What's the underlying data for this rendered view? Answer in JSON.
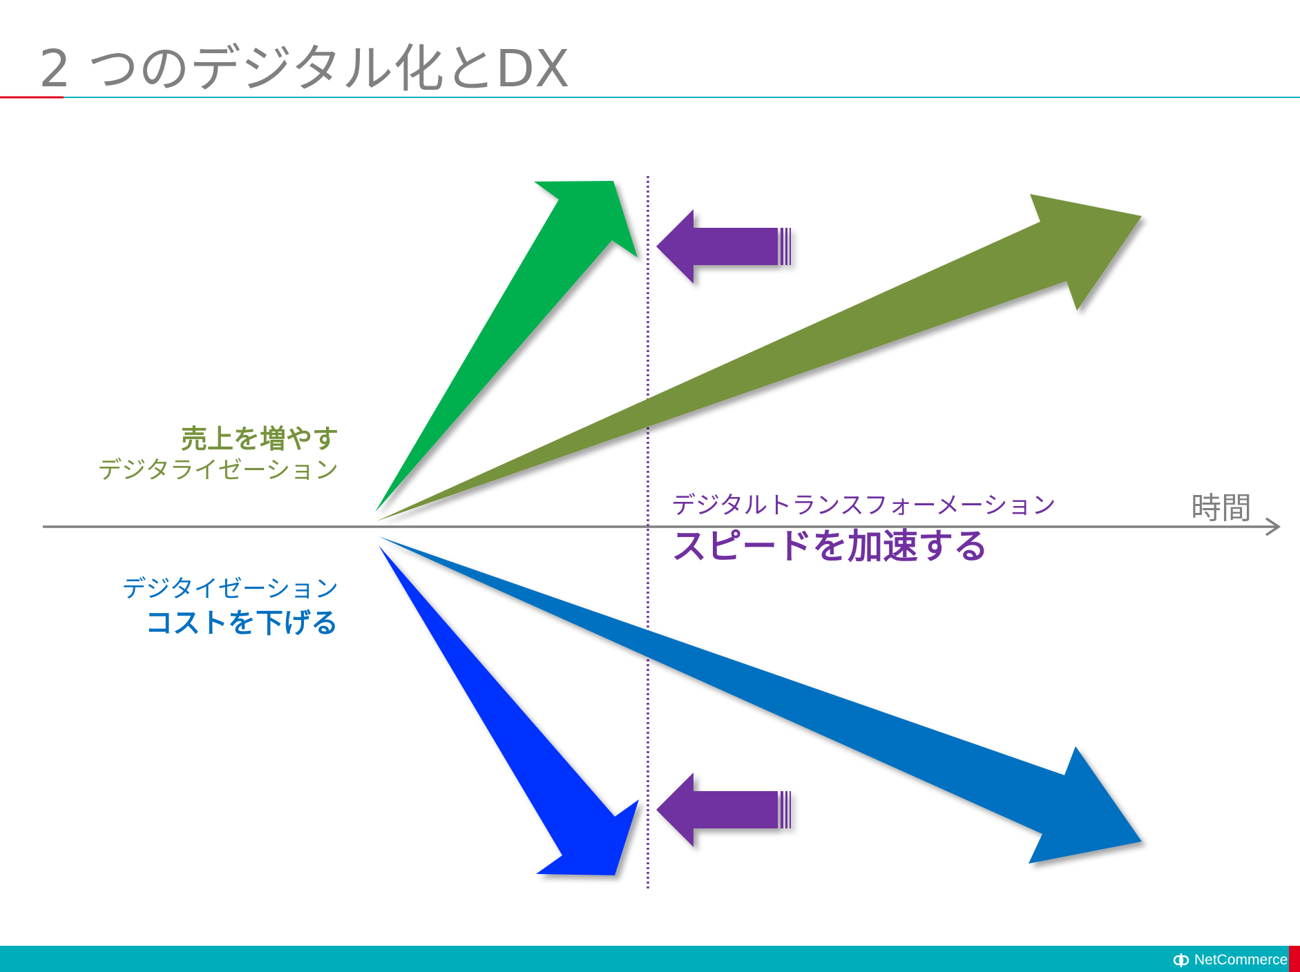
{
  "title": "2 つのデジタル化とDX",
  "colors": {
    "title_gray": "#808080",
    "accent_red": "#e0001b",
    "accent_cyan": "#00adbb",
    "sales_arrow": "#00b050",
    "sales_text": "#76923c",
    "cost_arrow": "#0033ff",
    "cost_text": "#0070c0",
    "dx_purple": "#7030a0",
    "axis_gray": "#808080"
  },
  "labels": {
    "sales_bold": "売上を増やす",
    "sales_sub": "デジタライゼーション",
    "cost_sub": "デジタイゼーション",
    "cost_bold": "コストを下げる",
    "dx_sub": "デジタルトランスフォーメーション",
    "dx_bold": "スピードを加速する",
    "time": "時間"
  },
  "footer": {
    "logo": "NetCommerce"
  },
  "icons": {
    "logo_mark": "netcommerce-logo-icon"
  }
}
